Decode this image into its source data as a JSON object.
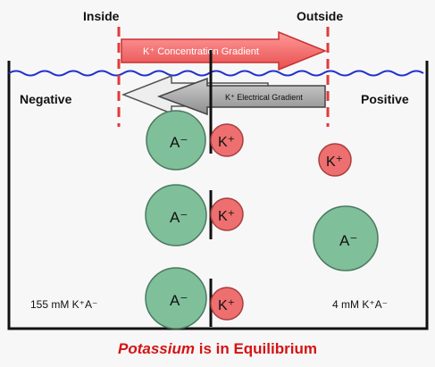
{
  "labels": {
    "inside": "Inside",
    "outside": "Outside",
    "negative": "Negative",
    "positive": "Positive",
    "concentration_gradient": "K⁺ Concentration Gradient",
    "electrical_gradient": "K⁺ Electrical Gradient",
    "left_concentration": "155 mM K⁺A⁻",
    "right_concentration": "4 mM K⁺A⁻"
  },
  "ions": {
    "anion": "A⁻",
    "cation": "K⁺"
  },
  "caption": {
    "highlight": "Potassium",
    "rest": " is in Equilibrium"
  },
  "colors": {
    "anion_fill": "#7fbf9a",
    "cation_fill": "#ee6f6f",
    "dashed_line": "#e23a3a",
    "concentration_arrow": "#f36b6b",
    "electrical_arrow": "#a9a9a9",
    "water_line": "#2233cc",
    "caption_highlight": "#d41414"
  }
}
